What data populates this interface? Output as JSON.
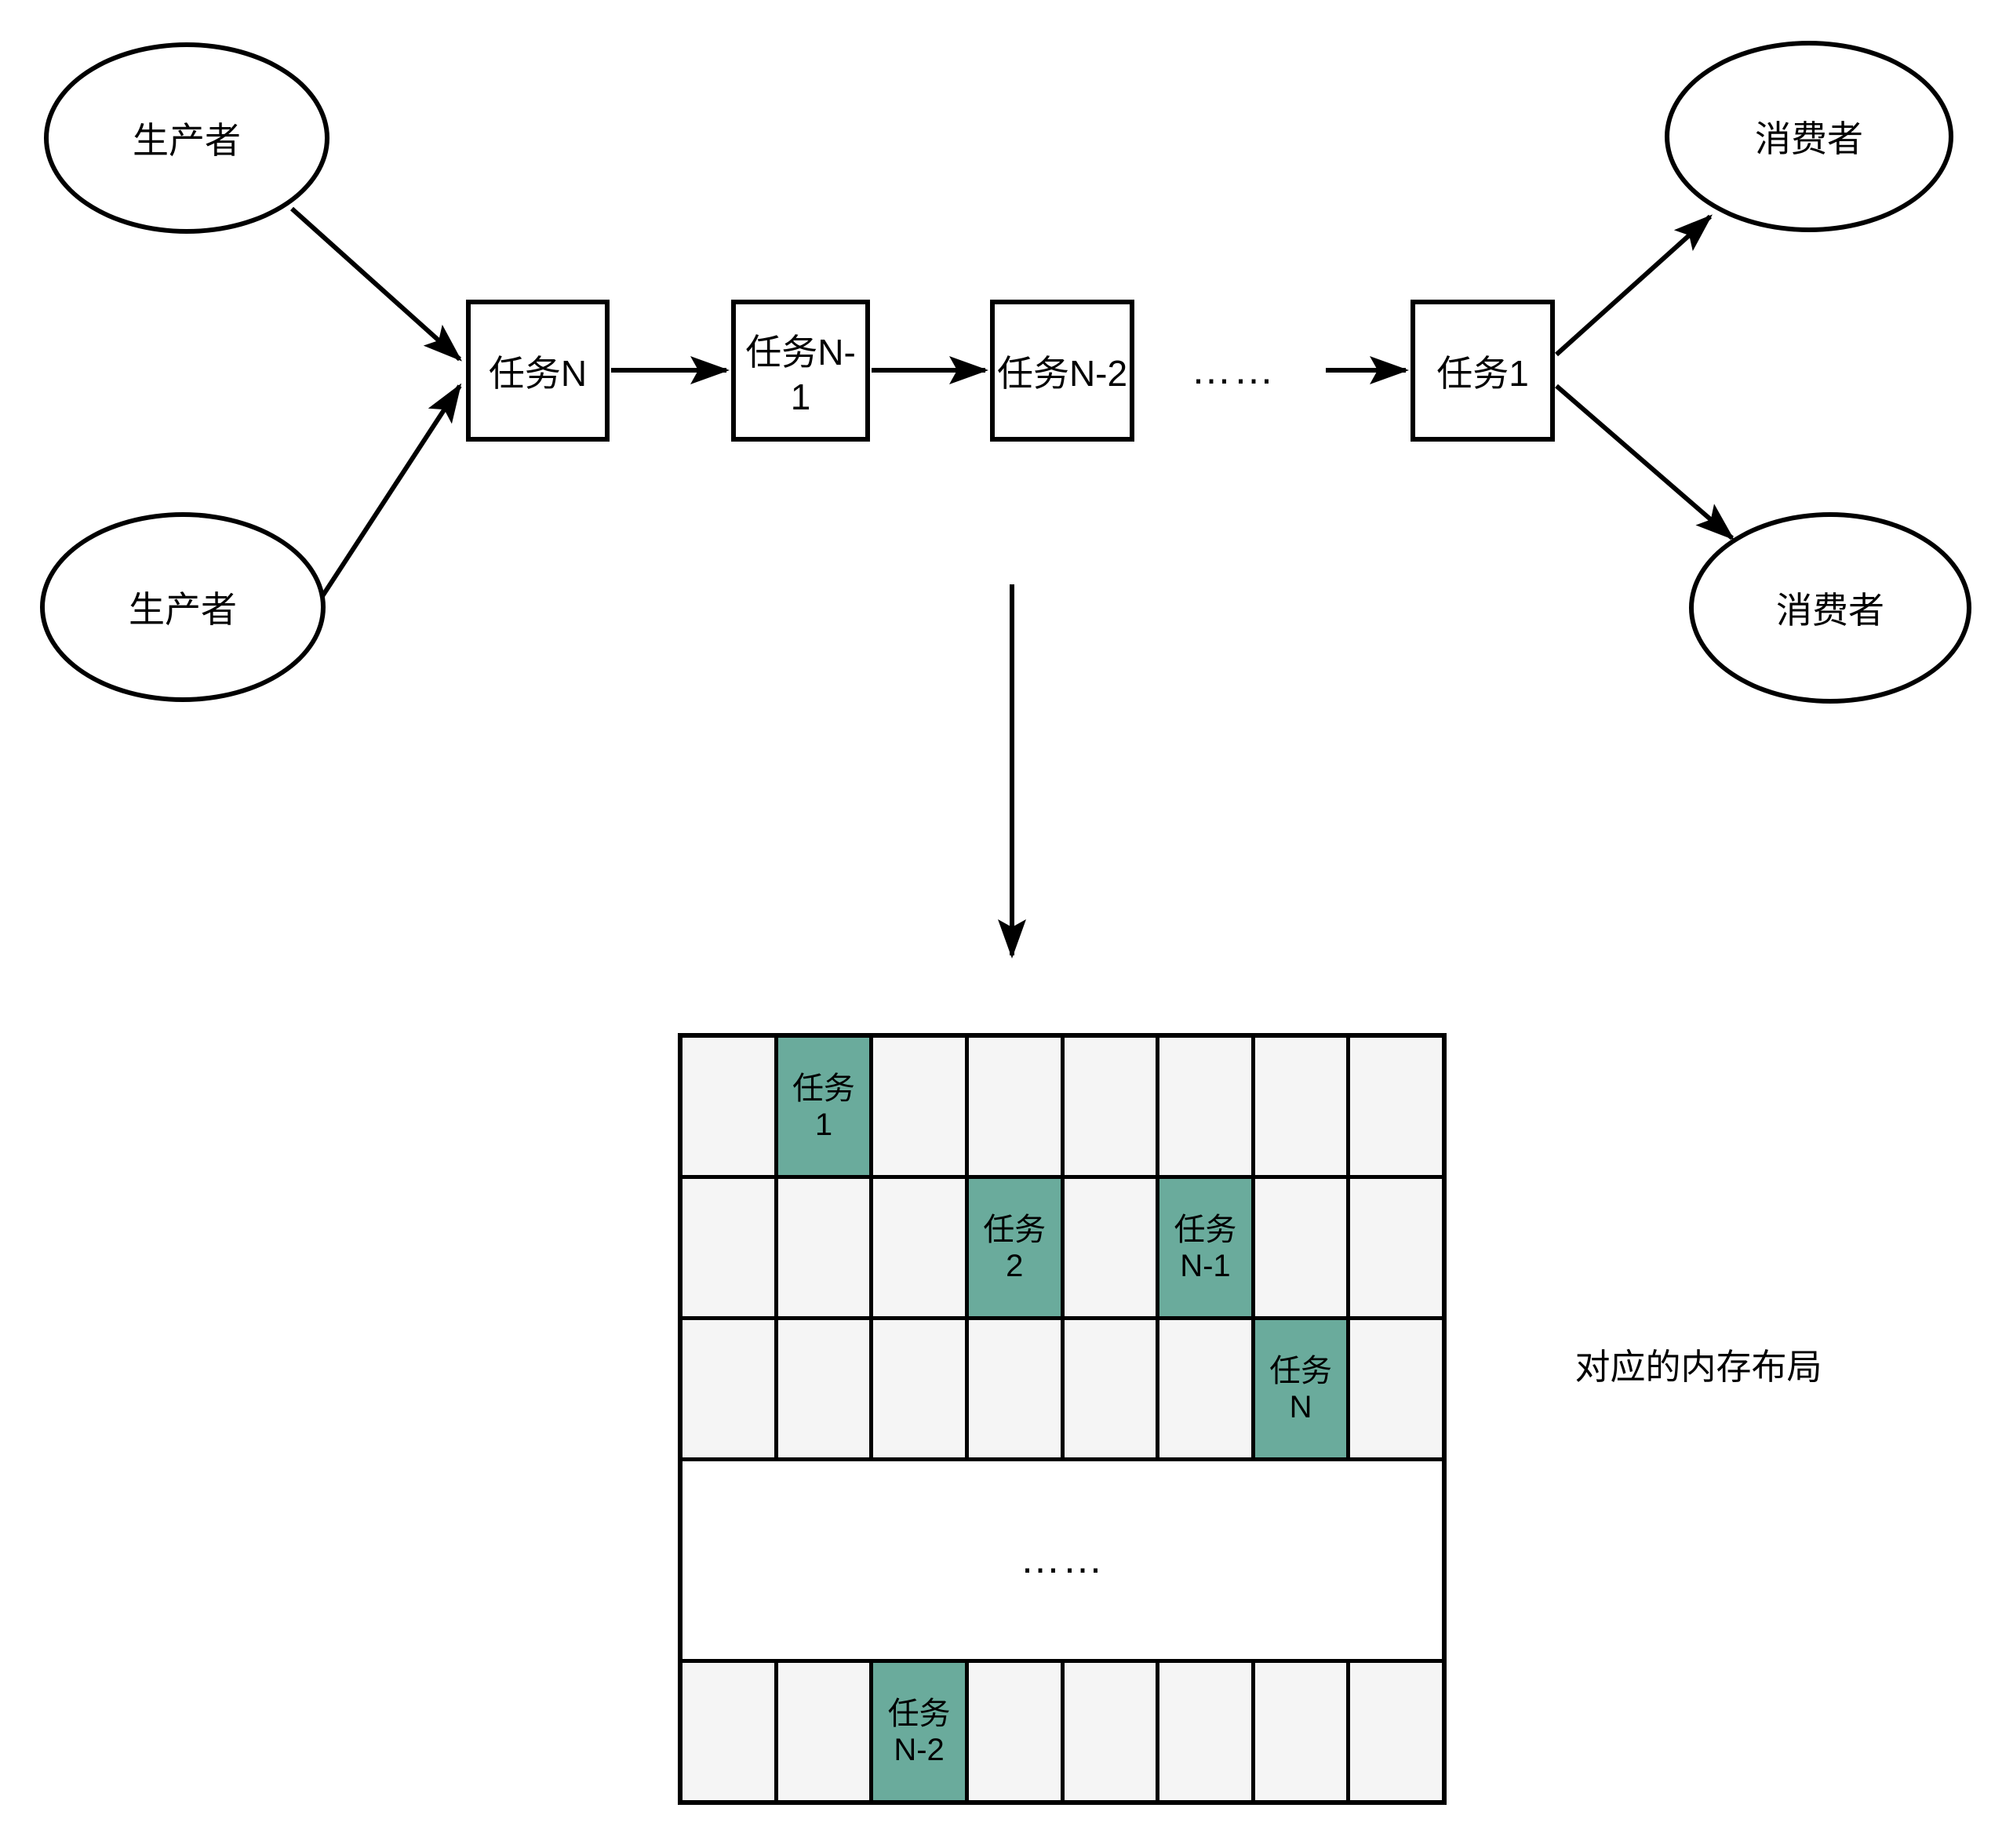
{
  "diagram": {
    "producers": [
      {
        "label": "生产者"
      },
      {
        "label": "生产者"
      }
    ],
    "consumers": [
      {
        "label": "消费者"
      },
      {
        "label": "消费者"
      }
    ],
    "task_chain": [
      {
        "label": "任务N"
      },
      {
        "label": "任务N-1"
      },
      {
        "label": "任务N-2"
      },
      {
        "label": "任务1"
      }
    ],
    "chain_ellipsis": "……",
    "arrows": [
      "producer1-to-taskN",
      "producer2-to-taskN",
      "taskN-to-taskN-1",
      "taskN-1-to-taskN-2",
      "ellipsis-to-task1",
      "task1-to-consumer1",
      "task1-to-consumer2",
      "flow-to-memory-layout"
    ]
  },
  "memory": {
    "caption": "对应的内存布局",
    "columns": 8,
    "rows": [
      {
        "type": "cells",
        "cells": [
          {
            "label": ""
          },
          {
            "label": "任务\n1",
            "highlight": true
          },
          {
            "label": ""
          },
          {
            "label": ""
          },
          {
            "label": ""
          },
          {
            "label": ""
          },
          {
            "label": ""
          },
          {
            "label": ""
          }
        ]
      },
      {
        "type": "cells",
        "cells": [
          {
            "label": ""
          },
          {
            "label": ""
          },
          {
            "label": ""
          },
          {
            "label": "任务\n2",
            "highlight": true
          },
          {
            "label": ""
          },
          {
            "label": "任务\nN-1",
            "highlight": true
          },
          {
            "label": ""
          },
          {
            "label": ""
          }
        ]
      },
      {
        "type": "cells",
        "cells": [
          {
            "label": ""
          },
          {
            "label": ""
          },
          {
            "label": ""
          },
          {
            "label": ""
          },
          {
            "label": ""
          },
          {
            "label": ""
          },
          {
            "label": "任务\nN",
            "highlight": true
          },
          {
            "label": ""
          }
        ]
      },
      {
        "type": "ellipsis",
        "label": "……"
      },
      {
        "type": "cells",
        "cells": [
          {
            "label": ""
          },
          {
            "label": ""
          },
          {
            "label": "任务\nN-2",
            "highlight": true
          },
          {
            "label": ""
          },
          {
            "label": ""
          },
          {
            "label": ""
          },
          {
            "label": ""
          },
          {
            "label": ""
          }
        ]
      }
    ],
    "colors": {
      "highlight": "#6aab9c",
      "cell": "#f5f5f5",
      "border": "#000000"
    }
  }
}
